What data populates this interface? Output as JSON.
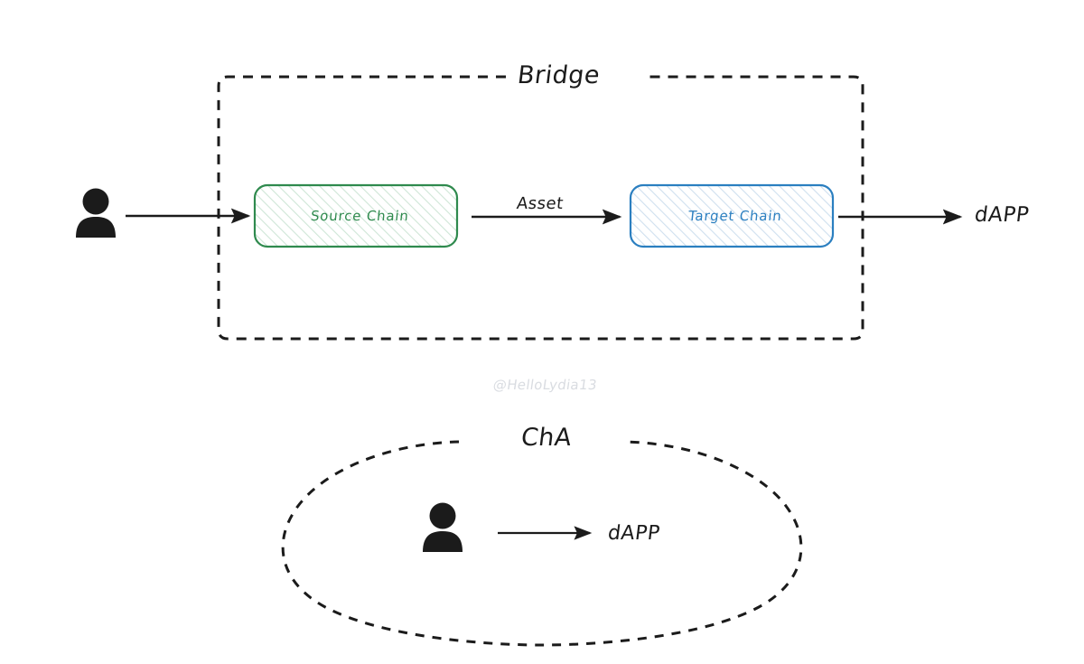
{
  "diagram": {
    "title_top": "Bridge",
    "title_bottom": "ChA",
    "watermark": "@HelloLydia13",
    "colors": {
      "stroke": "#1b1b1b",
      "source_chain": "#2f8a4e",
      "target_chain": "#2b7fc0",
      "watermark": "#d9dce1",
      "background": "#ffffff"
    }
  },
  "bridge_section": {
    "container_label": "Bridge",
    "actor": "user-person-icon",
    "nodes": [
      {
        "id": "source-chain",
        "label": "Source Chain",
        "color": "#2f8a4e",
        "fill": "hatch"
      },
      {
        "id": "target-chain",
        "label": "Target Chain",
        "color": "#2b7fc0",
        "fill": "hatch"
      }
    ],
    "edges": [
      {
        "from": "user",
        "to": "source-chain",
        "label": ""
      },
      {
        "from": "source-chain",
        "to": "target-chain",
        "label": "Asset"
      },
      {
        "from": "target-chain",
        "to": "dapp",
        "label": ""
      }
    ],
    "destination": "dAPP"
  },
  "cha_section": {
    "container_label": "ChA",
    "actor": "user-person-icon",
    "edges": [
      {
        "from": "user",
        "to": "dapp",
        "label": ""
      }
    ],
    "destination": "dAPP"
  }
}
